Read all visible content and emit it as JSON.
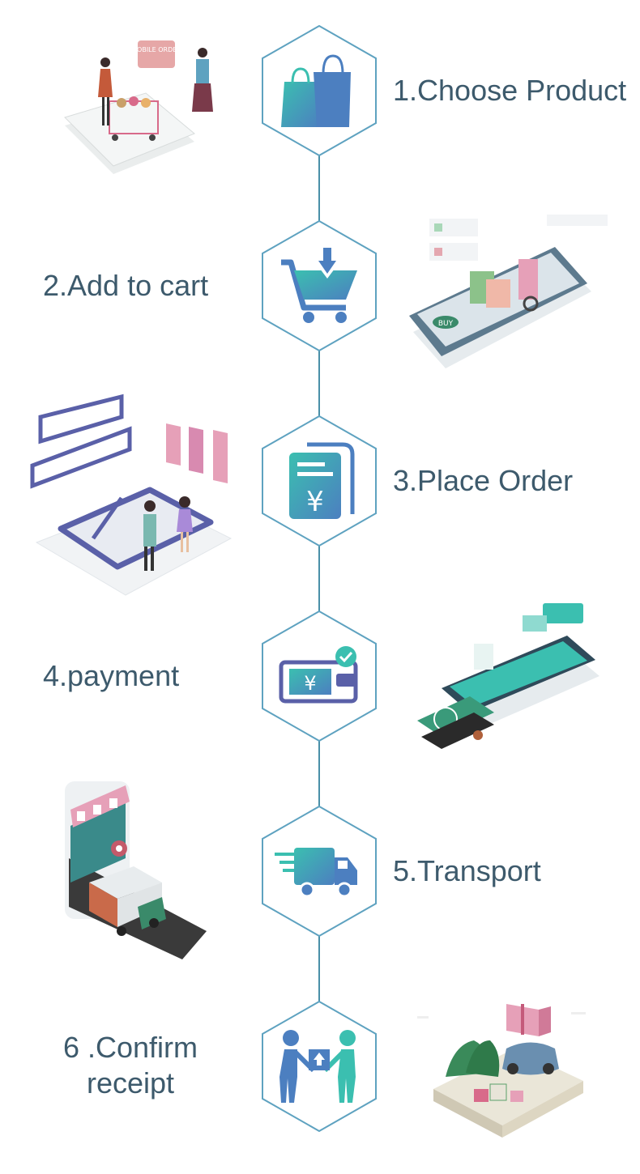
{
  "colors": {
    "connector": "#4a8fa8",
    "hex_stroke": "#5ea2c0",
    "label": "#3d5a6c",
    "teal": "#3bbfb0",
    "blue": "#4c7fc0",
    "indigo": "#5a60a8",
    "pink": "#d88ab0"
  },
  "steps": [
    {
      "label": "1.Choose Product",
      "icon": "shopping-bags-icon",
      "illustration": "mobile-order-shopping-illustration",
      "illustration_text": "MOBILE ORDER"
    },
    {
      "label": "2.Add to cart",
      "icon": "add-to-cart-icon",
      "illustration": "phone-shopping-illustration",
      "illustration_text": "BUY"
    },
    {
      "label": "3.Place Order",
      "icon": "yen-document-icon",
      "illustration": "place-order-screen-illustration"
    },
    {
      "label": "4.payment",
      "icon": "yen-card-payment-icon",
      "illustration": "card-payment-phone-illustration"
    },
    {
      "label": "5.Transport",
      "icon": "delivery-truck-icon",
      "illustration": "delivery-road-illustration"
    },
    {
      "label_lines": [
        "6 .Confirm",
        "receipt"
      ],
      "icon": "handover-package-icon",
      "illustration": "gift-delivery-illustration"
    }
  ]
}
